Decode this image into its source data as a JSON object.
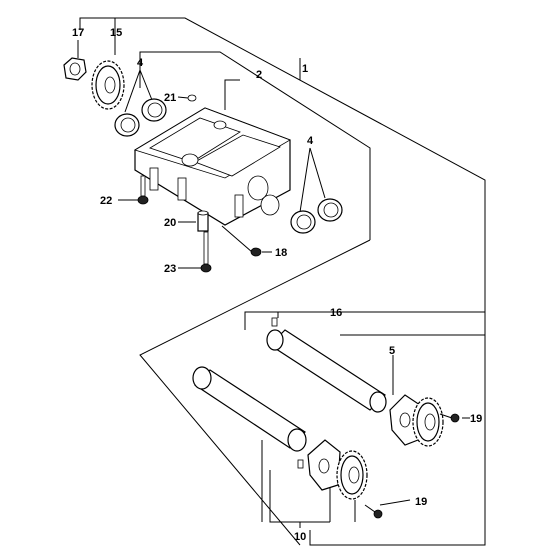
{
  "callouts": {
    "c1": "1",
    "c2": "2",
    "c4a": "4",
    "c4b": "4",
    "c5": "5",
    "c10": "10",
    "c15": "15",
    "c16": "16",
    "c17": "17",
    "c18": "18",
    "c19a": "19",
    "c19b": "19",
    "c20": "20",
    "c21": "21",
    "c22": "22",
    "c23": "23"
  }
}
